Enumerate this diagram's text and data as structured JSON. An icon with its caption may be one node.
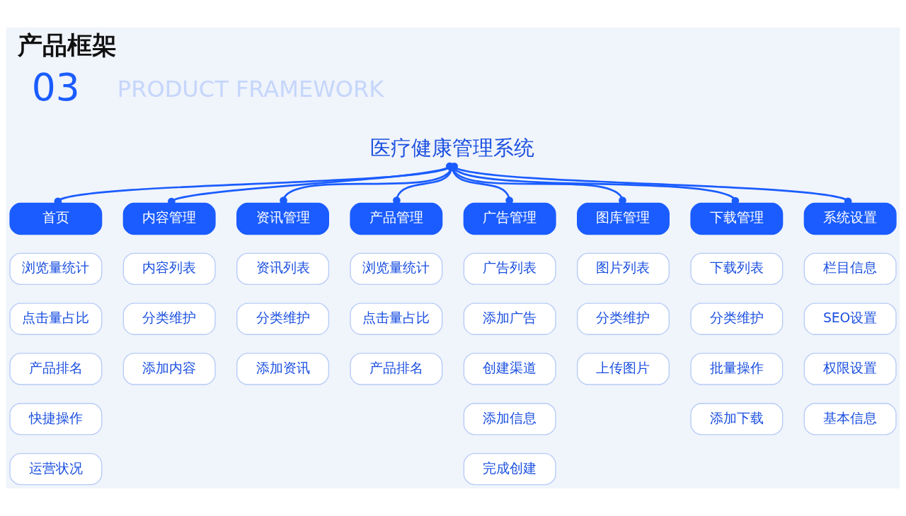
{
  "diagram": {
    "title": "产品框架",
    "nodes": [
      {
        "text": [
          "医疗健康管理系统"
        ]
      },
      {
        "text": [
          "首页"
        ]
      },
      {
        "text": [
          "浏览量统计"
        ]
      },
      {
        "text": [
          "点击量占比"
        ]
      },
      {
        "text": [
          "产品排名"
        ]
      },
      {
        "text": [
          "快捷操作"
        ]
      },
      {
        "text": [
          "运营状况"
        ]
      },
      {
        "text": [
          "内容管理"
        ]
      },
      {
        "text": [
          "内容列表"
        ]
      },
      {
        "text": [
          "分类维护"
        ]
      },
      {
        "text": [
          "添加内容"
        ]
      },
      {
        "text": [
          "资讯管理"
        ]
      },
      {
        "text": [
          "资讯列表"
        ]
      },
      {
        "text": [
          "分类维护"
        ]
      },
      {
        "text": [
          "添加资讯"
        ]
      },
      {
        "text": [
          "产品管理"
        ]
      },
      {
        "text": [
          "浏览量统计"
        ]
      },
      {
        "text": [
          "点击量占比"
        ]
      },
      {
        "text": [
          "产品排名"
        ]
      },
      {
        "text": [
          "广告管理"
        ]
      },
      {
        "text": [
          "广告列表"
        ]
      },
      {
        "text": [
          "添加广告"
        ]
      },
      {
        "text": [
          "创建渠道"
        ]
      },
      {
        "text": [
          "添加信息"
        ]
      },
      {
        "text": [
          "完成创建"
        ]
      },
      {
        "text": [
          "图库管理"
        ]
      },
      {
        "text": [
          "图片列表"
        ]
      },
      {
        "text": [
          "分类维护"
        ]
      },
      {
        "text": [
          "上传图片"
        ]
      },
      {
        "text": [
          "下载管理"
        ]
      },
      {
        "text": [
          "下载列表"
        ]
      },
      {
        "text": [
          "分类维护"
        ]
      },
      {
        "text": [
          "批量操作"
        ]
      },
      {
        "text": [
          "添加下载"
        ]
      },
      {
        "text": [
          "系统设置"
        ]
      },
      {
        "text": [
          "栏目信息"
        ]
      },
      {
        "text": [
          "SEO设置"
        ]
      },
      {
        "text": [
          "权限设置"
        ]
      },
      {
        "text": [
          "基本信息"
        ]
      }
    ],
    "edges": [
      {
        "from": 0,
        "to": 1,
        "arrow": "other"
      },
      {
        "from": 0,
        "to": 7,
        "arrow": "other"
      },
      {
        "from": 0,
        "to": 11,
        "arrow": "other"
      },
      {
        "from": 0,
        "to": 15,
        "arrow": "other"
      },
      {
        "from": 0,
        "to": 19,
        "arrow": "other"
      },
      {
        "from": 0,
        "to": 25,
        "arrow": "other"
      },
      {
        "from": 0,
        "to": 29,
        "arrow": "other"
      },
      {
        "from": 0,
        "to": 34,
        "arrow": "other"
      }
    ],
    "labels": [
      "03",
      "PRODUCT FRAMEWORK"
    ]
  }
}
